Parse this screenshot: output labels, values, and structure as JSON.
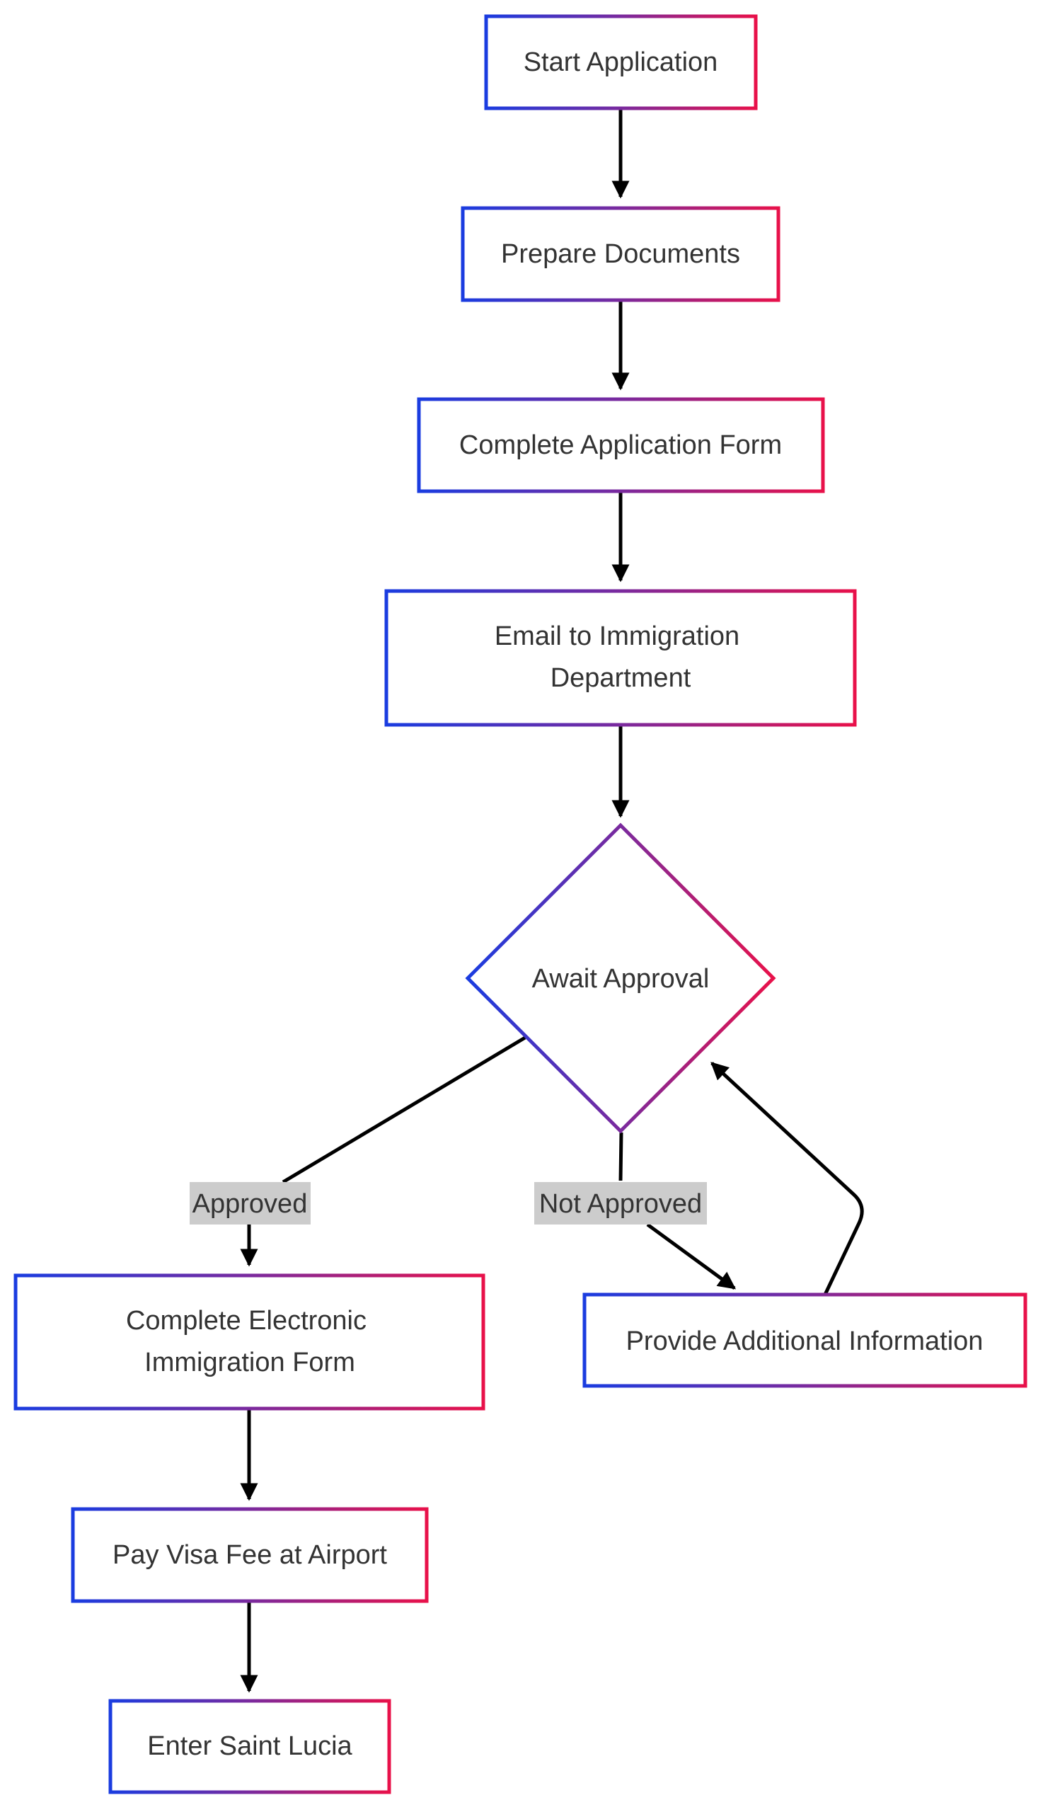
{
  "diagram": {
    "colors": {
      "gradient_start": "#1a3ce0",
      "gradient_mid": "#7a2a9e",
      "gradient_end": "#e8114a",
      "arrow": "#000000",
      "label_bg": "#cccccc",
      "text": "#333333",
      "background": "#ffffff"
    },
    "nodes": {
      "start": {
        "lines": [
          "Start Application"
        ]
      },
      "prepare": {
        "lines": [
          "Prepare Documents"
        ]
      },
      "form": {
        "lines": [
          "Complete Application Form"
        ]
      },
      "email": {
        "lines": [
          "Email to Immigration",
          "Department"
        ]
      },
      "approval": {
        "lines": [
          "Await Approval"
        ]
      },
      "electronic": {
        "lines": [
          "Complete Electronic",
          "Immigration Form"
        ]
      },
      "additional": {
        "lines": [
          "Provide Additional Information"
        ]
      },
      "pay": {
        "lines": [
          "Pay Visa Fee at Airport"
        ]
      },
      "enter": {
        "lines": [
          "Enter Saint Lucia"
        ]
      }
    },
    "edge_labels": {
      "approved": "Approved",
      "not_approved": "Not Approved"
    }
  }
}
